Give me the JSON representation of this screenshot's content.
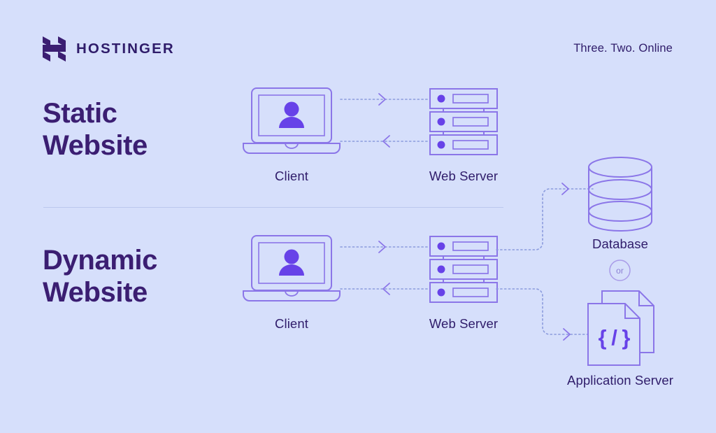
{
  "meta": {
    "background_color": "#d6dffb",
    "accent_color": "#6742e8",
    "heading_color": "#3b1e72",
    "label_color": "#2f1c6a",
    "line_color": "#8b76e8",
    "divider_color": "#bcc7ee"
  },
  "header": {
    "brand_name": "HOSTINGER",
    "brand_logo_icon": "hostinger-h-logo-icon",
    "tagline": "Three. Two. Online"
  },
  "sections": [
    {
      "id": "static",
      "title_line_1": "Static",
      "title_line_2": "Website",
      "nodes": [
        {
          "id": "client",
          "label": "Client",
          "icon": "laptop-user-icon"
        },
        {
          "id": "web-server",
          "label": "Web Server",
          "icon": "server-rack-icon"
        }
      ],
      "connections": [
        {
          "from": "client",
          "to": "web-server",
          "direction": "right",
          "style": "dotted"
        },
        {
          "from": "web-server",
          "to": "client",
          "direction": "left",
          "style": "dotted"
        }
      ]
    },
    {
      "id": "dynamic",
      "title_line_1": "Dynamic",
      "title_line_2": "Website",
      "nodes": [
        {
          "id": "client",
          "label": "Client",
          "icon": "laptop-user-icon"
        },
        {
          "id": "web-server",
          "label": "Web Server",
          "icon": "server-rack-icon"
        },
        {
          "id": "database",
          "label": "Database",
          "icon": "database-cylinder-icon"
        },
        {
          "id": "application-server",
          "label": "Application Server",
          "icon": "code-documents-icon"
        }
      ],
      "connections": [
        {
          "from": "client",
          "to": "web-server",
          "direction": "right",
          "style": "dotted"
        },
        {
          "from": "web-server",
          "to": "client",
          "direction": "left",
          "style": "dotted"
        },
        {
          "from": "web-server",
          "to": "database",
          "direction": "right",
          "style": "dotted-elbow-up"
        },
        {
          "from": "web-server",
          "to": "application-server",
          "direction": "right",
          "style": "dotted-elbow-down"
        }
      ],
      "or_badge": "or",
      "code_glyph": "{ / }"
    }
  ]
}
